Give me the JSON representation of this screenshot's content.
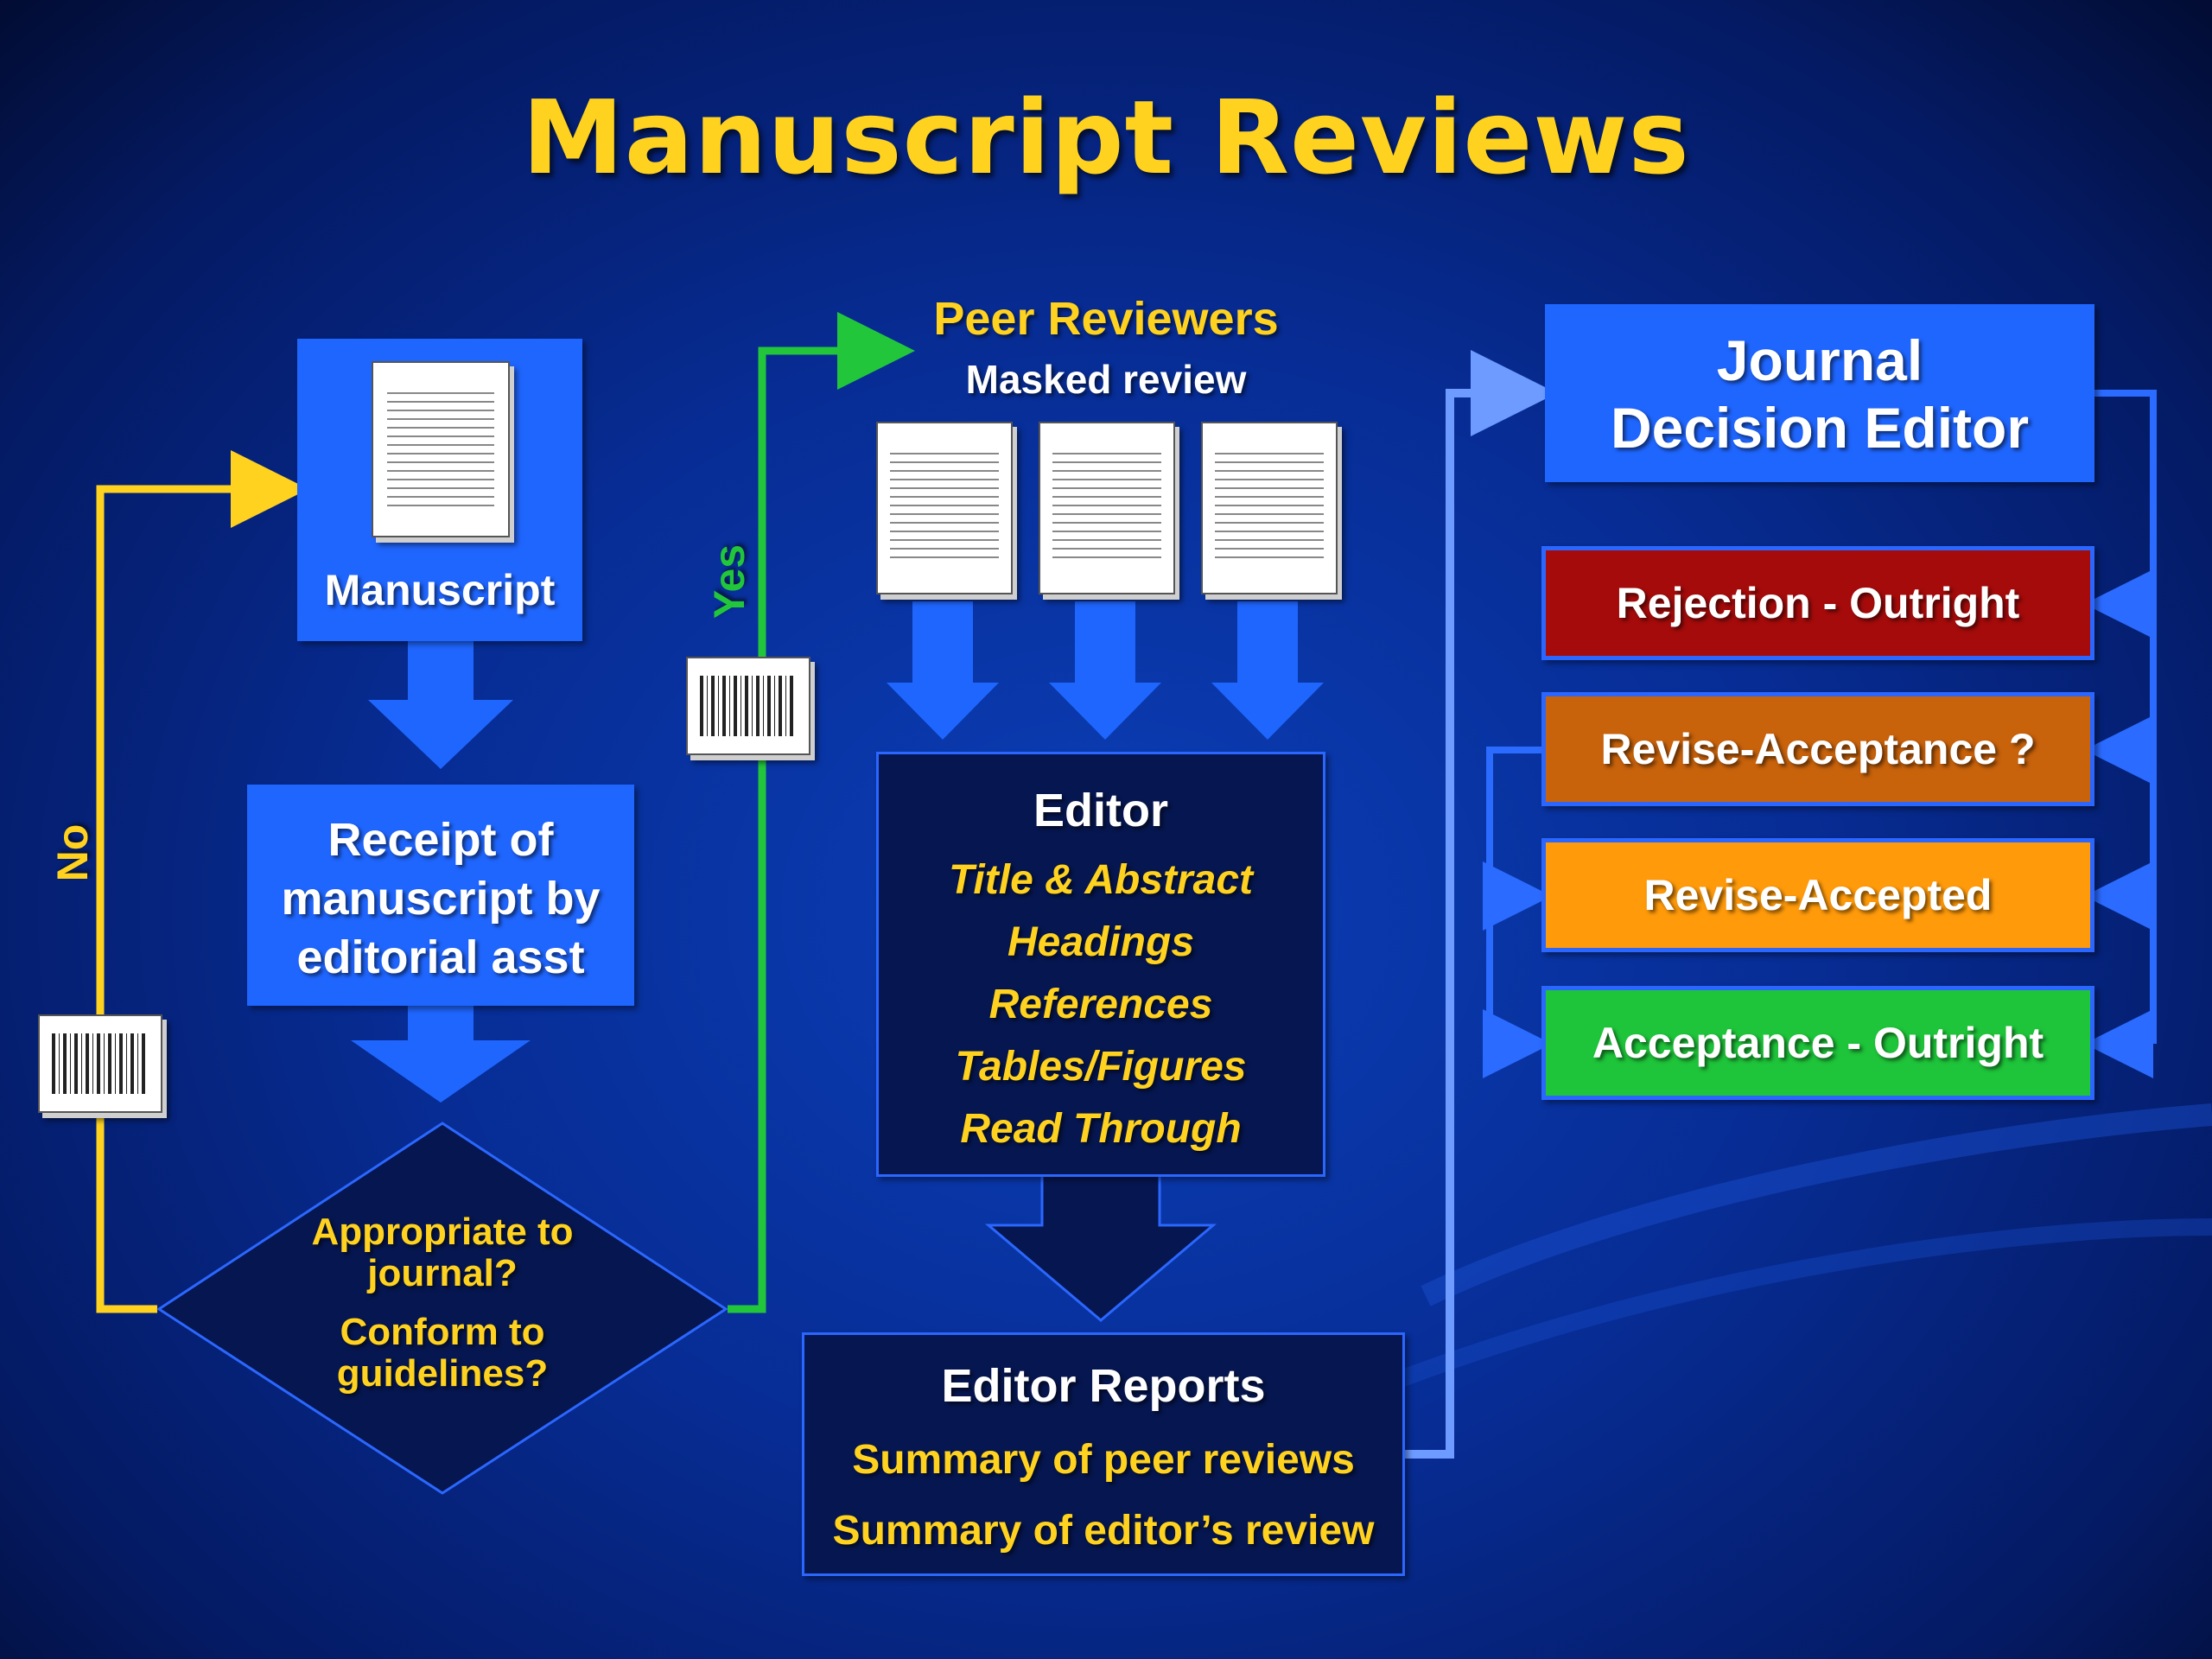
{
  "title": "Manuscript Reviews",
  "manuscript": {
    "label": "Manuscript"
  },
  "receipt": {
    "lines": [
      "Receipt of",
      "manuscript by",
      "editorial asst"
    ]
  },
  "decision": {
    "lines": [
      "Appropriate to",
      "journal?",
      "Conform to",
      "guidelines?"
    ]
  },
  "branches": {
    "no_label": "No",
    "yes_label": "Yes"
  },
  "peer_reviewers": {
    "title": "Peer Reviewers",
    "subtitle": "Masked review"
  },
  "editor": {
    "title": "Editor",
    "items": [
      "Title & Abstract",
      "Headings",
      "References",
      "Tables/Figures",
      "Read Through"
    ]
  },
  "editor_reports": {
    "title": "Editor Reports",
    "items": [
      "Summary of peer reviews",
      "Summary of editor’s review"
    ]
  },
  "journal_editor": {
    "lines": [
      "Journal",
      "Decision Editor"
    ]
  },
  "outcomes": [
    {
      "label": "Rejection - Outright",
      "color": "#a50b0b"
    },
    {
      "label": "Revise-Acceptance ?",
      "color": "#c8620b"
    },
    {
      "label": "Revise-Accepted",
      "color": "#ff9a0a"
    },
    {
      "label": "Acceptance - Outright",
      "color": "#1ec43a"
    }
  ],
  "colors": {
    "accent_yellow": "#ffd21f",
    "box_blue": "#1f66ff",
    "dark_box": "#061650",
    "yes_green": "#22c63b"
  }
}
